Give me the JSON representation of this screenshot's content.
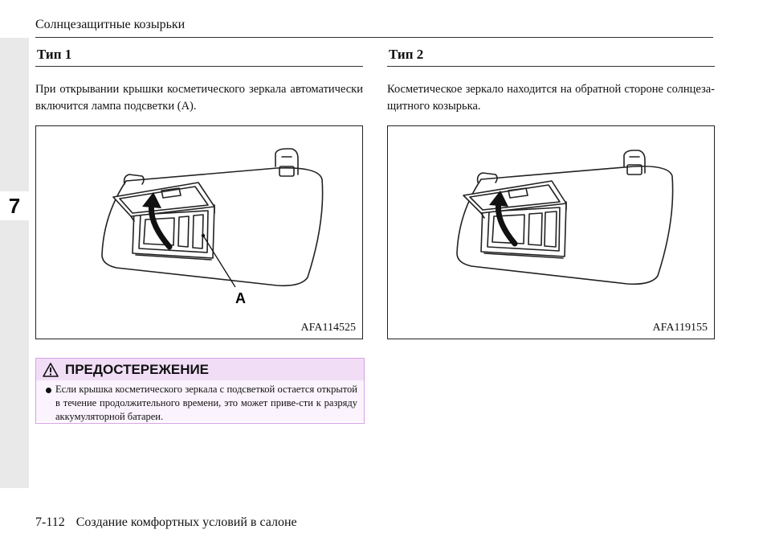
{
  "header": {
    "title": "Солнцезащитные козырьки"
  },
  "chapter_tab": "7",
  "left": {
    "title": "Тип 1",
    "text": "При открывании крышки косметического зеркала автоматически включится лампа подсветки (A).",
    "figure": {
      "label": "A",
      "code": "AFA114525"
    }
  },
  "right": {
    "title": "Тип 2",
    "text": "Косметическое зеркало находится на обратной стороне солнцеза-щитного козырька.",
    "figure": {
      "code": "AFA119155"
    }
  },
  "caution": {
    "title": "ПРЕДОСТЕРЕЖЕНИЕ",
    "text": "Если крышка косметического зеркала с подсветкой остается открытой в течение продолжительного времени, это может приве-сти к разряду аккумуляторной батареи."
  },
  "footer": {
    "page": "7-112",
    "title": "Создание комфортных условий в салоне"
  },
  "colors": {
    "caution_header": "#f1def6",
    "caution_border": "#d9a2e8",
    "side_strip": "#e9e9e9"
  }
}
